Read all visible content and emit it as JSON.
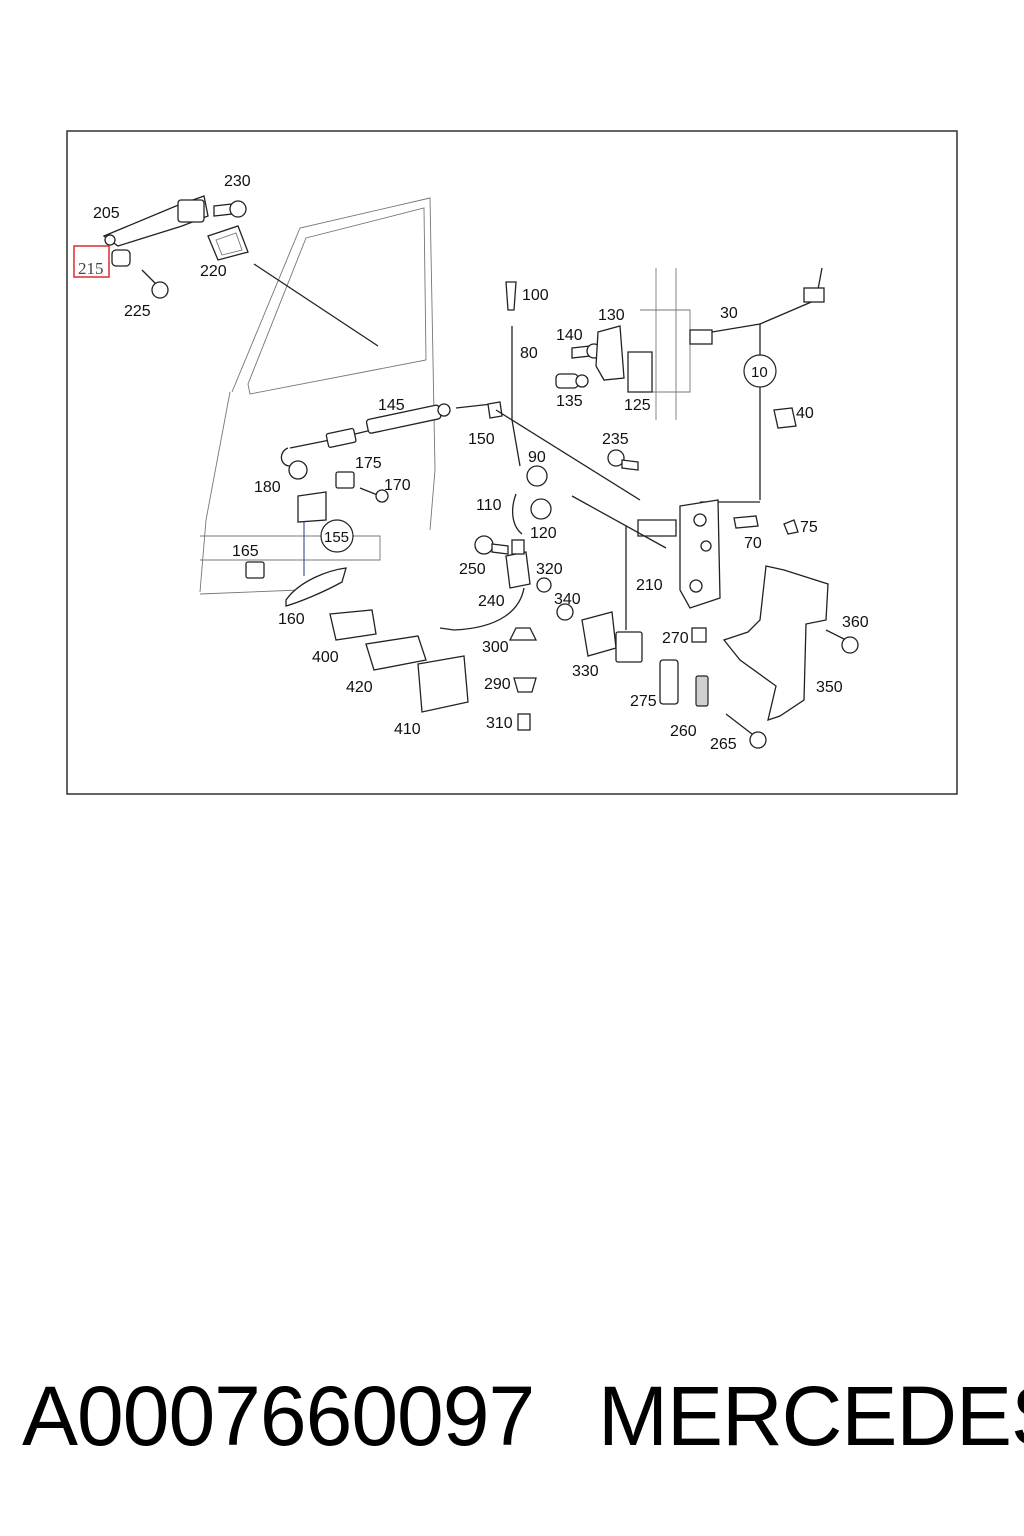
{
  "diagram": {
    "highlighted_label": "215",
    "callouts": [
      "205",
      "230",
      "215",
      "220",
      "225",
      "100",
      "80",
      "140",
      "130",
      "135",
      "125",
      "30",
      "10",
      "40",
      "145",
      "150",
      "235",
      "90",
      "175",
      "180",
      "170",
      "110",
      "120",
      "75",
      "70",
      "165",
      "155",
      "250",
      "320",
      "210",
      "340",
      "240",
      "160",
      "400",
      "300",
      "330",
      "270",
      "360",
      "420",
      "290",
      "350",
      "275",
      "410",
      "310",
      "260",
      "265"
    ]
  },
  "footer": {
    "part_number": "A0007660097",
    "brand": "MERCEDES"
  }
}
